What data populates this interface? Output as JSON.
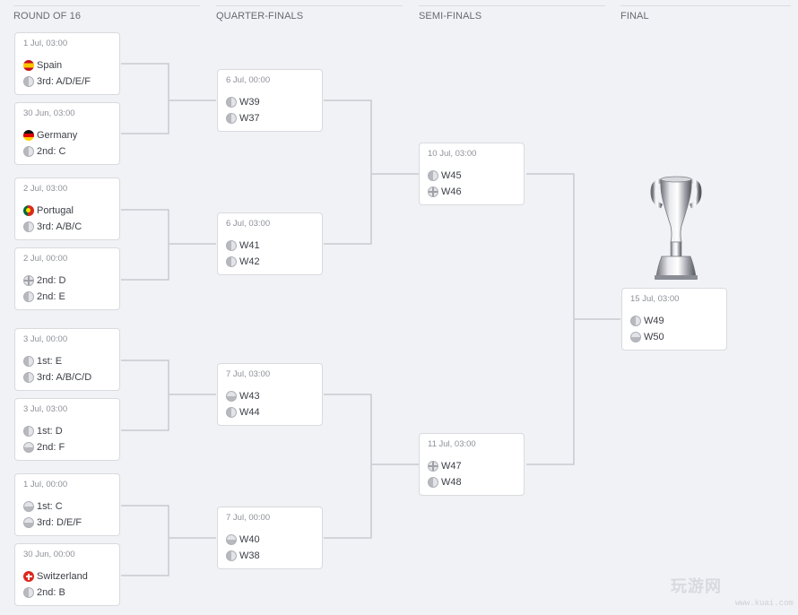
{
  "rounds": [
    {
      "name": "ROUND OF 16"
    },
    {
      "name": "QUARTER-FINALS"
    },
    {
      "name": "SEMI-FINALS"
    },
    {
      "name": "FINAL"
    }
  ],
  "matches": {
    "r16_1": {
      "date": "1 Jul, 03:00",
      "team1": {
        "label": "Spain",
        "flag": "spain-flag"
      },
      "team2": {
        "label": "3rd: A/D/E/F",
        "flag": "placeholder-flag"
      }
    },
    "r16_2": {
      "date": "30 Jun, 03:00",
      "team1": {
        "label": "Germany",
        "flag": "germany-flag"
      },
      "team2": {
        "label": "2nd: C",
        "flag": "placeholder-flag"
      }
    },
    "r16_3": {
      "date": "2 Jul, 03:00",
      "team1": {
        "label": "Portugal",
        "flag": "portugal-flag"
      },
      "team2": {
        "label": "3rd: A/B/C",
        "flag": "placeholder-flag"
      }
    },
    "r16_4": {
      "date": "2 Jul, 00:00",
      "team1": {
        "label": "2nd: D",
        "flag": "placeholder-flag"
      },
      "team2": {
        "label": "2nd: E",
        "flag": "placeholder-flag"
      }
    },
    "r16_5": {
      "date": "3 Jul, 00:00",
      "team1": {
        "label": "1st: E",
        "flag": "placeholder-flag"
      },
      "team2": {
        "label": "3rd: A/B/C/D",
        "flag": "placeholder-flag"
      }
    },
    "r16_6": {
      "date": "3 Jul, 03:00",
      "team1": {
        "label": "1st: D",
        "flag": "placeholder-flag"
      },
      "team2": {
        "label": "2nd: F",
        "flag": "placeholder-flag"
      }
    },
    "r16_7": {
      "date": "1 Jul, 00:00",
      "team1": {
        "label": "1st: C",
        "flag": "placeholder-flag"
      },
      "team2": {
        "label": "3rd: D/E/F",
        "flag": "placeholder-flag"
      }
    },
    "r16_8": {
      "date": "30 Jun, 00:00",
      "team1": {
        "label": "Switzerland",
        "flag": "switzerland-flag"
      },
      "team2": {
        "label": "2nd: B",
        "flag": "placeholder-flag"
      }
    },
    "qf_1": {
      "date": "6 Jul, 00:00",
      "team1": {
        "label": "W39",
        "flag": "placeholder-flag"
      },
      "team2": {
        "label": "W37",
        "flag": "placeholder-flag"
      }
    },
    "qf_2": {
      "date": "6 Jul, 03:00",
      "team1": {
        "label": "W41",
        "flag": "placeholder-flag"
      },
      "team2": {
        "label": "W42",
        "flag": "placeholder-flag"
      }
    },
    "qf_3": {
      "date": "7 Jul, 03:00",
      "team1": {
        "label": "W43",
        "flag": "placeholder-flag"
      },
      "team2": {
        "label": "W44",
        "flag": "placeholder-flag"
      }
    },
    "qf_4": {
      "date": "7 Jul, 00:00",
      "team1": {
        "label": "W40",
        "flag": "placeholder-flag"
      },
      "team2": {
        "label": "W38",
        "flag": "placeholder-flag"
      }
    },
    "sf_1": {
      "date": "10 Jul, 03:00",
      "team1": {
        "label": "W45",
        "flag": "placeholder-flag"
      },
      "team2": {
        "label": "W46",
        "flag": "placeholder-flag"
      }
    },
    "sf_2": {
      "date": "11 Jul, 03:00",
      "team1": {
        "label": "W47",
        "flag": "placeholder-flag"
      },
      "team2": {
        "label": "W48",
        "flag": "placeholder-flag"
      }
    },
    "final": {
      "date": "15 Jul, 03:00",
      "team1": {
        "label": "W49",
        "flag": "placeholder-flag"
      },
      "team2": {
        "label": "W50",
        "flag": "placeholder-flag"
      }
    }
  },
  "trophy": {
    "icon": "trophy-icon"
  },
  "watermark": {
    "text": "玩游网",
    "sub": "www.kuai.com"
  },
  "colors": {
    "background": "#f1f2f6",
    "card": "#ffffff",
    "line": "#c9cad0",
    "text": "#3b3e45",
    "muted": "#8d9098"
  }
}
